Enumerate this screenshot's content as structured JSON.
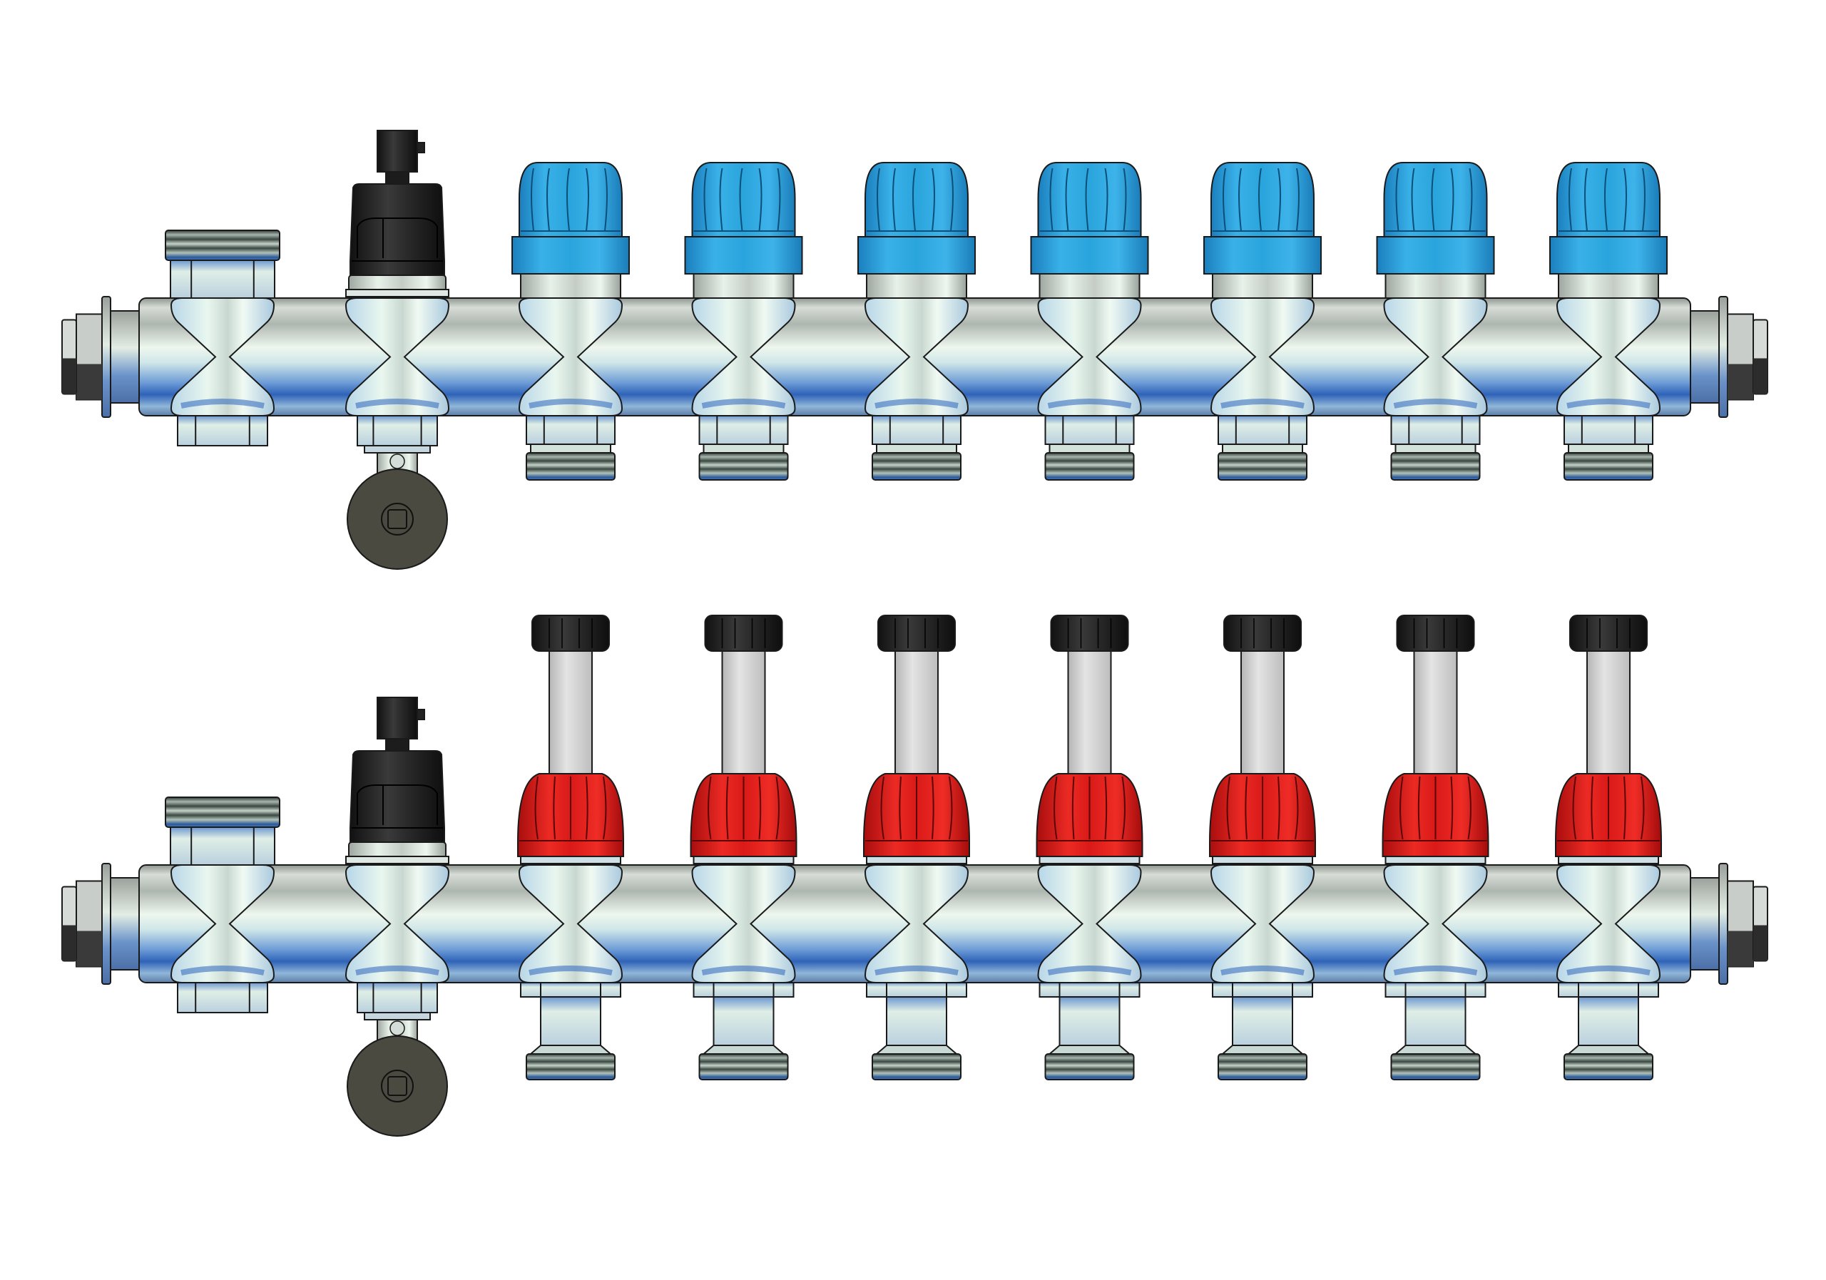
{
  "figure": {
    "kind": "manifold-technical-rendering",
    "background": "#ffffff"
  },
  "manifolds": [
    {
      "id": "return-manifold",
      "outlet_count": 7,
      "valve_type": "thermostatic-valve-cap",
      "cap_color": "#2aa4dc",
      "cap_color_dark": "#1b84bd",
      "has_air_vent": true,
      "has_drain_valve": true,
      "has_side_fitting": true
    },
    {
      "id": "supply-manifold",
      "outlet_count": 7,
      "valve_type": "flowmeter",
      "cap_color": "#e01a1a",
      "cap_color_dark": "#b20f0f",
      "knob_color": "#1e1e1e",
      "tube_color": "#d6d6d6",
      "has_air_vent": true,
      "has_drain_valve": true,
      "has_side_fitting": true
    }
  ],
  "colors": {
    "steel_light": "#e6f2ea",
    "steel_mid": "#b9c2bc",
    "steel_blue": "#3f78c8",
    "outline": "#1a1a1a",
    "black_part": "#222222",
    "drain_wheel": "#4a4a40",
    "thread_dark": "#3c4a45"
  }
}
